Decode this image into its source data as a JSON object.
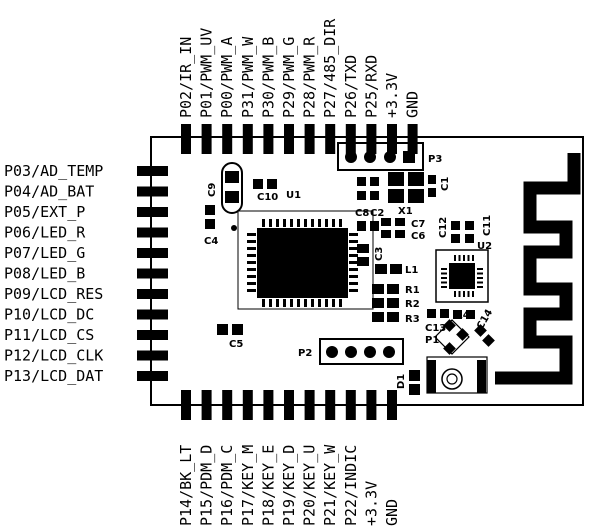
{
  "pins": {
    "top": [
      "P02/IR_IN",
      "P01/PWM_UV",
      "P00/PWM_A",
      "P31/PWM_W",
      "P30/PWM_B",
      "P29/PWM_G",
      "P28/PWM_R",
      "P27/485_DIR",
      "P26/TXD",
      "P25/RXD",
      "+3.3V",
      "GND"
    ],
    "left": [
      "P03/AD_TEMP",
      "P04/AD_BAT",
      "P05/EXT_P",
      "P06/LED_R",
      "P07/LED_G",
      "P08/LED_B",
      "P09/LCD_RES",
      "P10/LCD_DC",
      "P11/LCD_CS",
      "P12/LCD_CLK",
      "P13/LCD_DAT"
    ],
    "bottom": [
      "P14/BK_LT",
      "P15/PDM_D",
      "P16/PDM_C",
      "P17/KEY_M",
      "P18/KEY_E",
      "P19/KEY_D",
      "P20/KEY_U",
      "P21/KEY_W",
      "P22/INDIC",
      "+3.3V",
      "GND"
    ]
  },
  "refs": {
    "c9": "C9",
    "c10": "C10",
    "u1": "U1",
    "c4": "C4",
    "c5": "C5",
    "p3": "P3",
    "c1": "C1",
    "c8": "C8",
    "c2": "C2",
    "x1": "X1",
    "c7": "C7",
    "c6": "C6",
    "c3": "C3",
    "l1": "L1",
    "r1": "R1",
    "r2": "R2",
    "r3": "R3",
    "c12": "C12",
    "c11": "C11",
    "u2": "U2",
    "c13": "C13",
    "r4": "R4",
    "c14": "C14",
    "p1": "P1",
    "p2": "P2",
    "d1": "D1"
  }
}
